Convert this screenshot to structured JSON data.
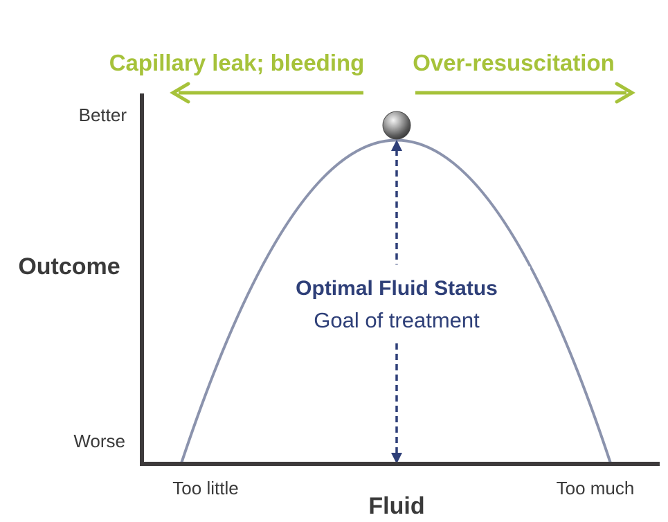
{
  "colors": {
    "accent_green": "#a6c23a",
    "axis": "#3d3a3b",
    "curve": "#8b93ad",
    "navy": "#2e3f78",
    "label": "#3a3a3a"
  },
  "top": {
    "left_label": "Capillary leak; bleeding",
    "right_label": "Over-resuscitation"
  },
  "y_axis": {
    "title": "Outcome",
    "top_label": "Better",
    "bottom_label": "Worse"
  },
  "x_axis": {
    "title": "Fluid",
    "left_label": "Too little",
    "right_label": "Too much"
  },
  "center": {
    "title": "Optimal Fluid Status",
    "subtitle": "Goal of treatment"
  },
  "icons": {
    "ball": "sphere-icon"
  }
}
